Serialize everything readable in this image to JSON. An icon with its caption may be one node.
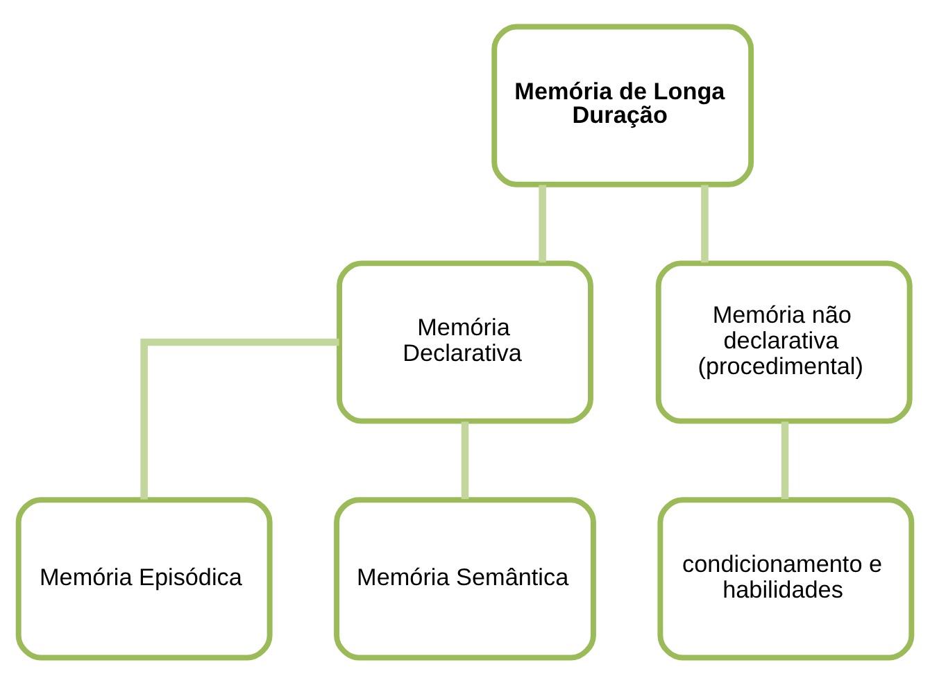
{
  "diagram": {
    "nodes": [
      {
        "text": [
          "Memória de Longa Duração"
        ]
      },
      {
        "text": [
          "Memória Declarativa"
        ]
      },
      {
        "text": [
          "Memória não declarativa (procedimental)"
        ]
      },
      {
        "text": [
          "Memória Episódica"
        ]
      },
      {
        "text": [
          "Memória Semântica"
        ]
      },
      {
        "text": [
          "condicionamento e habilidades"
        ]
      }
    ],
    "edges": [
      {
        "from": 0,
        "to": 1,
        "arrow": "none"
      },
      {
        "from": 0,
        "to": 2,
        "arrow": "none"
      },
      {
        "from": 1,
        "to": 3,
        "arrow": "none"
      },
      {
        "from": 1,
        "to": 4,
        "arrow": "none"
      },
      {
        "from": 2,
        "to": 5,
        "arrow": "none"
      }
    ]
  }
}
